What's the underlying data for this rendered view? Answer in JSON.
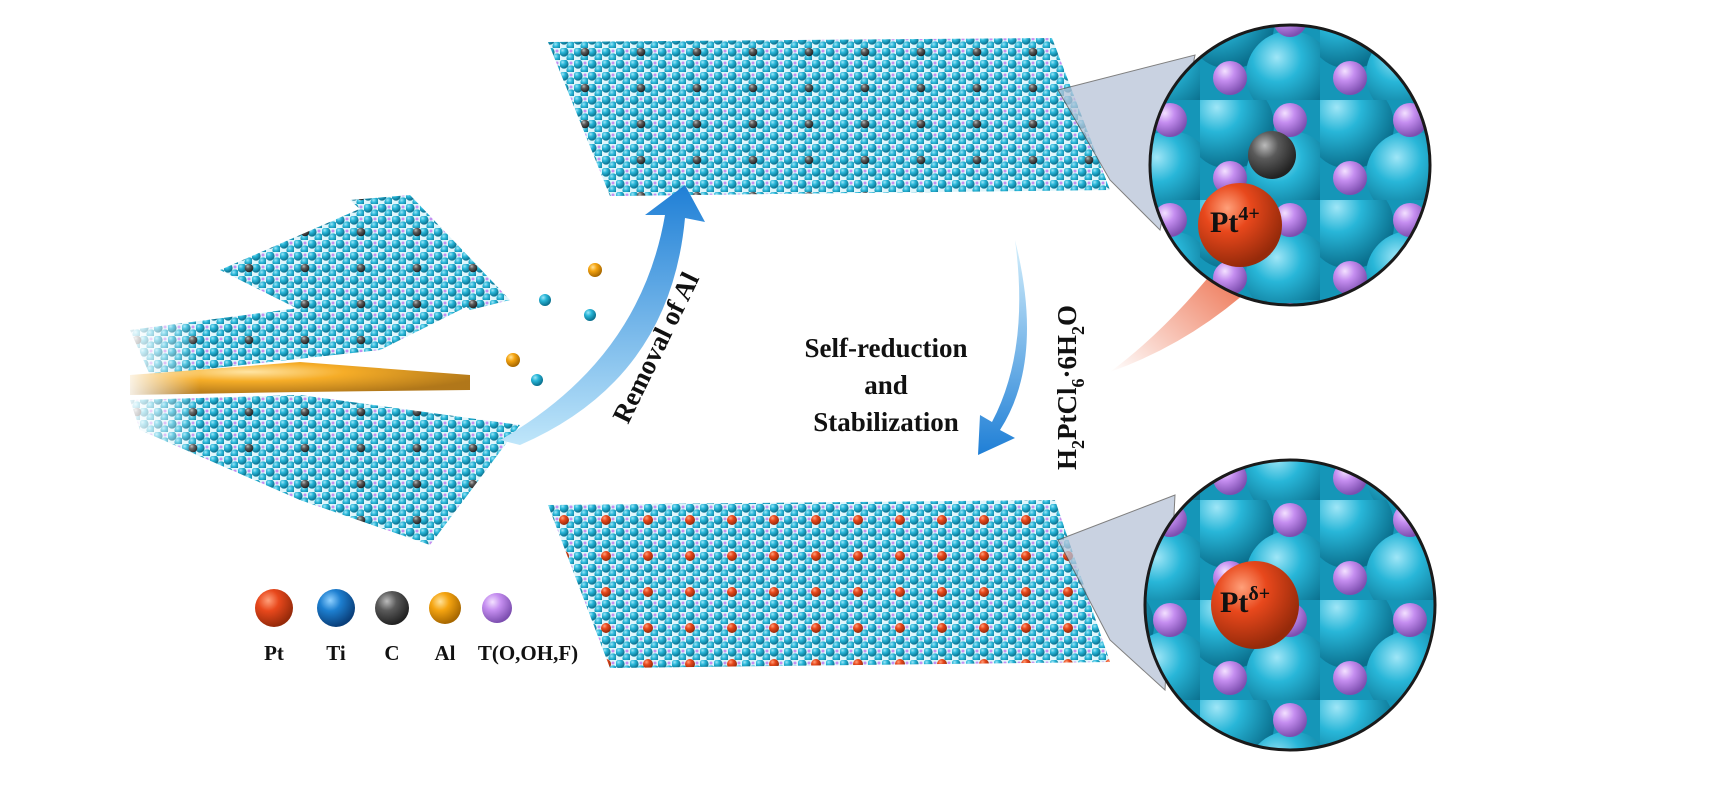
{
  "labels": {
    "removal": "Removal of Al",
    "self_reduction_1": "Self-reduction",
    "self_reduction_2": "and",
    "self_reduction_3": "Stabilization",
    "reagent": {
      "h": "H",
      "s1": "2",
      "pt": "PtCl",
      "s2": "6",
      "dot": "·6H",
      "s3": "2",
      "o": "O"
    },
    "pt4": {
      "base": "Pt",
      "sup": "4+"
    },
    "ptd": {
      "base": "Pt",
      "sup": "δ+"
    }
  },
  "legend": [
    {
      "label": "Pt",
      "color": "#e8481c"
    },
    {
      "label": "Ti",
      "color": "#1d7fd0"
    },
    {
      "label": "C",
      "color": "#5a5a5a"
    },
    {
      "label": "Al",
      "color": "#f5a410"
    },
    {
      "label": "T(O,OH,F)",
      "color": "#c58ef0"
    }
  ],
  "colors": {
    "ti_surface": "#25b4d6",
    "carbon": "#4a4a4a",
    "pt": "#e8481c",
    "al": "#f5a410",
    "t": "#c58ef0",
    "arrow": "#2d8fd8"
  }
}
